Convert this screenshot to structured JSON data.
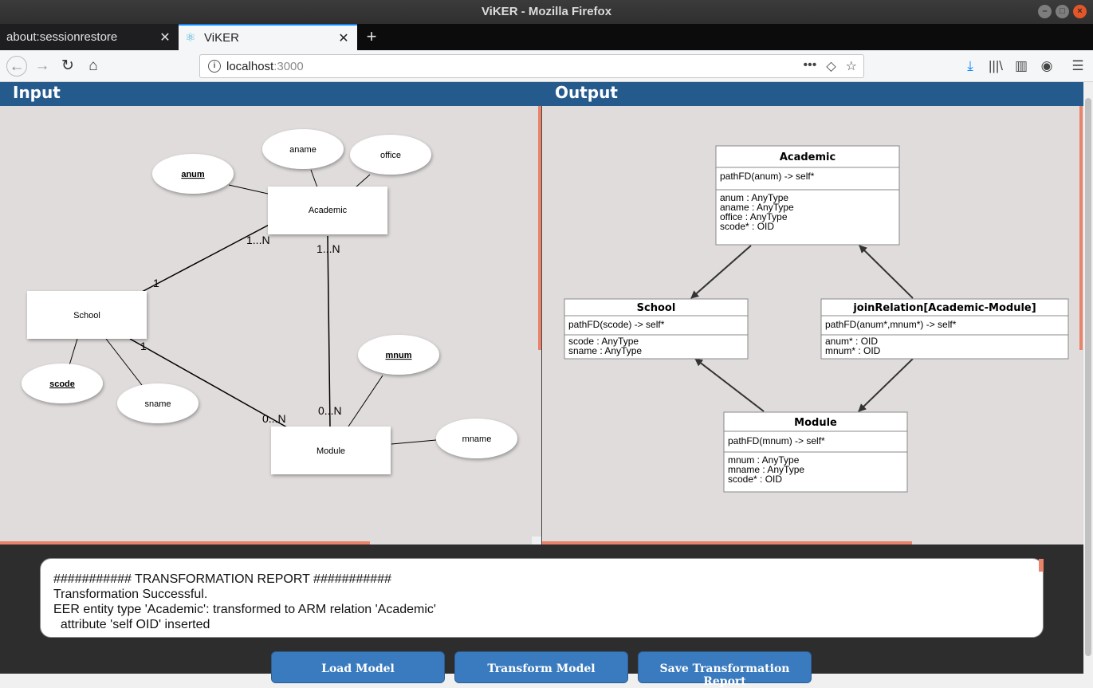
{
  "window": {
    "title": "ViKER - Mozilla Firefox"
  },
  "tabs": [
    {
      "label": "about:sessionrestore",
      "active": false
    },
    {
      "label": "ViKER",
      "active": true
    }
  ],
  "urlbar": {
    "host": "localhost",
    "port": ":3000"
  },
  "input_panel": {
    "title": "Input",
    "entities": [
      {
        "name": "Academic"
      },
      {
        "name": "School"
      },
      {
        "name": "Module"
      }
    ],
    "attributes": [
      {
        "name": "anum",
        "key": true
      },
      {
        "name": "aname",
        "key": false
      },
      {
        "name": "office",
        "key": false
      },
      {
        "name": "scode",
        "key": true
      },
      {
        "name": "sname",
        "key": false
      },
      {
        "name": "mnum",
        "key": true
      },
      {
        "name": "mname",
        "key": false
      }
    ],
    "cardinalities": {
      "academic_school_a": "1...N",
      "academic_school_s": "1",
      "academic_module_a": "1...N",
      "academic_module_m": "0...N",
      "school_module_s": "1",
      "school_module_m": "0...N"
    }
  },
  "output_panel": {
    "title": "Output",
    "relations": [
      {
        "name": "Academic",
        "fd": "pathFD(anum) -> self*",
        "attributes": [
          "anum : AnyType",
          "aname : AnyType",
          "office : AnyType",
          "scode* : OID"
        ]
      },
      {
        "name": "School",
        "fd": "pathFD(scode) -> self*",
        "attributes": [
          "scode : AnyType",
          "sname : AnyType"
        ]
      },
      {
        "name": "joinRelation[Academic-Module]",
        "fd": "pathFD(anum*,mnum*) -> self*",
        "attributes": [
          "anum* : OID",
          "mnum* : OID"
        ]
      },
      {
        "name": "Module",
        "fd": "pathFD(mnum) -> self*",
        "attributes": [
          "mnum : AnyType",
          "mname : AnyType",
          "scode* : OID"
        ]
      }
    ]
  },
  "report": {
    "lines": [
      "########### TRANSFORMATION REPORT ###########",
      "Transformation Successful.",
      "EER entity type 'Academic': transformed to ARM relation 'Academic'",
      "  attribute 'self OID' inserted"
    ]
  },
  "buttons": {
    "load": "Load Model",
    "transform": "Transform Model",
    "save": "Save Transformation Report"
  },
  "colors": {
    "header_blue": "#255a8c",
    "accent_orange": "#e8846a",
    "button_blue": "#3a7bbf"
  }
}
